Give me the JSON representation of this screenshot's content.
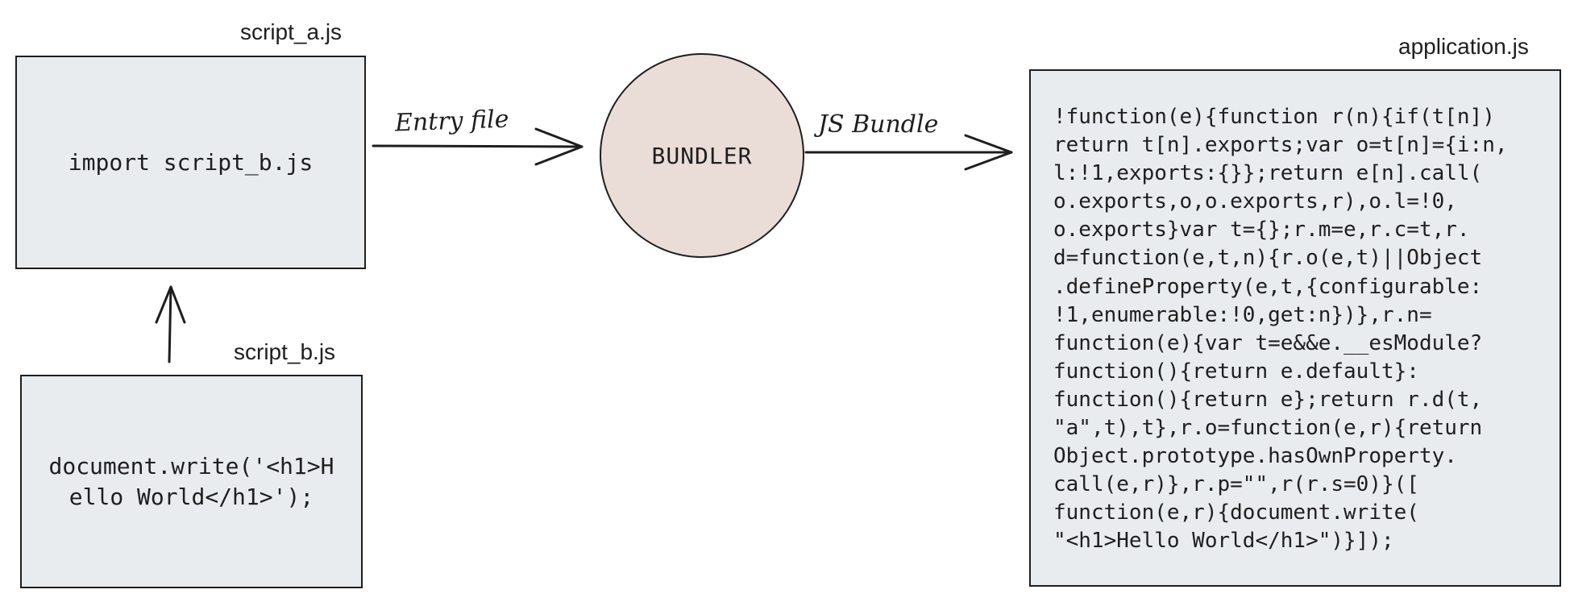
{
  "nodes": {
    "script_a": {
      "label": "script_a.js",
      "code": "import script_b.js"
    },
    "script_b": {
      "label": "script_b.js",
      "code": "document.write('<h1>H\nello World</h1>');"
    },
    "bundler": {
      "label": "BUNDLER"
    },
    "application": {
      "label": "application.js",
      "code": "!function(e){function r(n){if(t[n])\nreturn t[n].exports;var o=t[n]={i:n,\nl:!1,exports:{}};return e[n].call(\no.exports,o,o.exports,r),o.l=!0,\no.exports}var t={};r.m=e,r.c=t,r.\nd=function(e,t,n){r.o(e,t)||Object\n.defineProperty(e,t,{configurable:\n!1,enumerable:!0,get:n})},r.n=\nfunction(e){var t=e&&e.__esModule?\nfunction(){return e.default}:\nfunction(){return e};return r.d(t,\n\"a\",t),t},r.o=function(e,r){return\nObject.prototype.hasOwnProperty.\ncall(e,r)},r.p=\"\",r(r.s=0)}([\nfunction(e,r){document.write(\n\"<h1>Hello World</h1>\")}]);"
    }
  },
  "edges": {
    "entry": {
      "label": "Entry file"
    },
    "bundle": {
      "label": "JS Bundle"
    }
  },
  "colors": {
    "box_fill": "#e9ecef",
    "bundler_fill": "#eaddd7",
    "stroke": "#1e1e1e",
    "background": "#ffffff"
  }
}
